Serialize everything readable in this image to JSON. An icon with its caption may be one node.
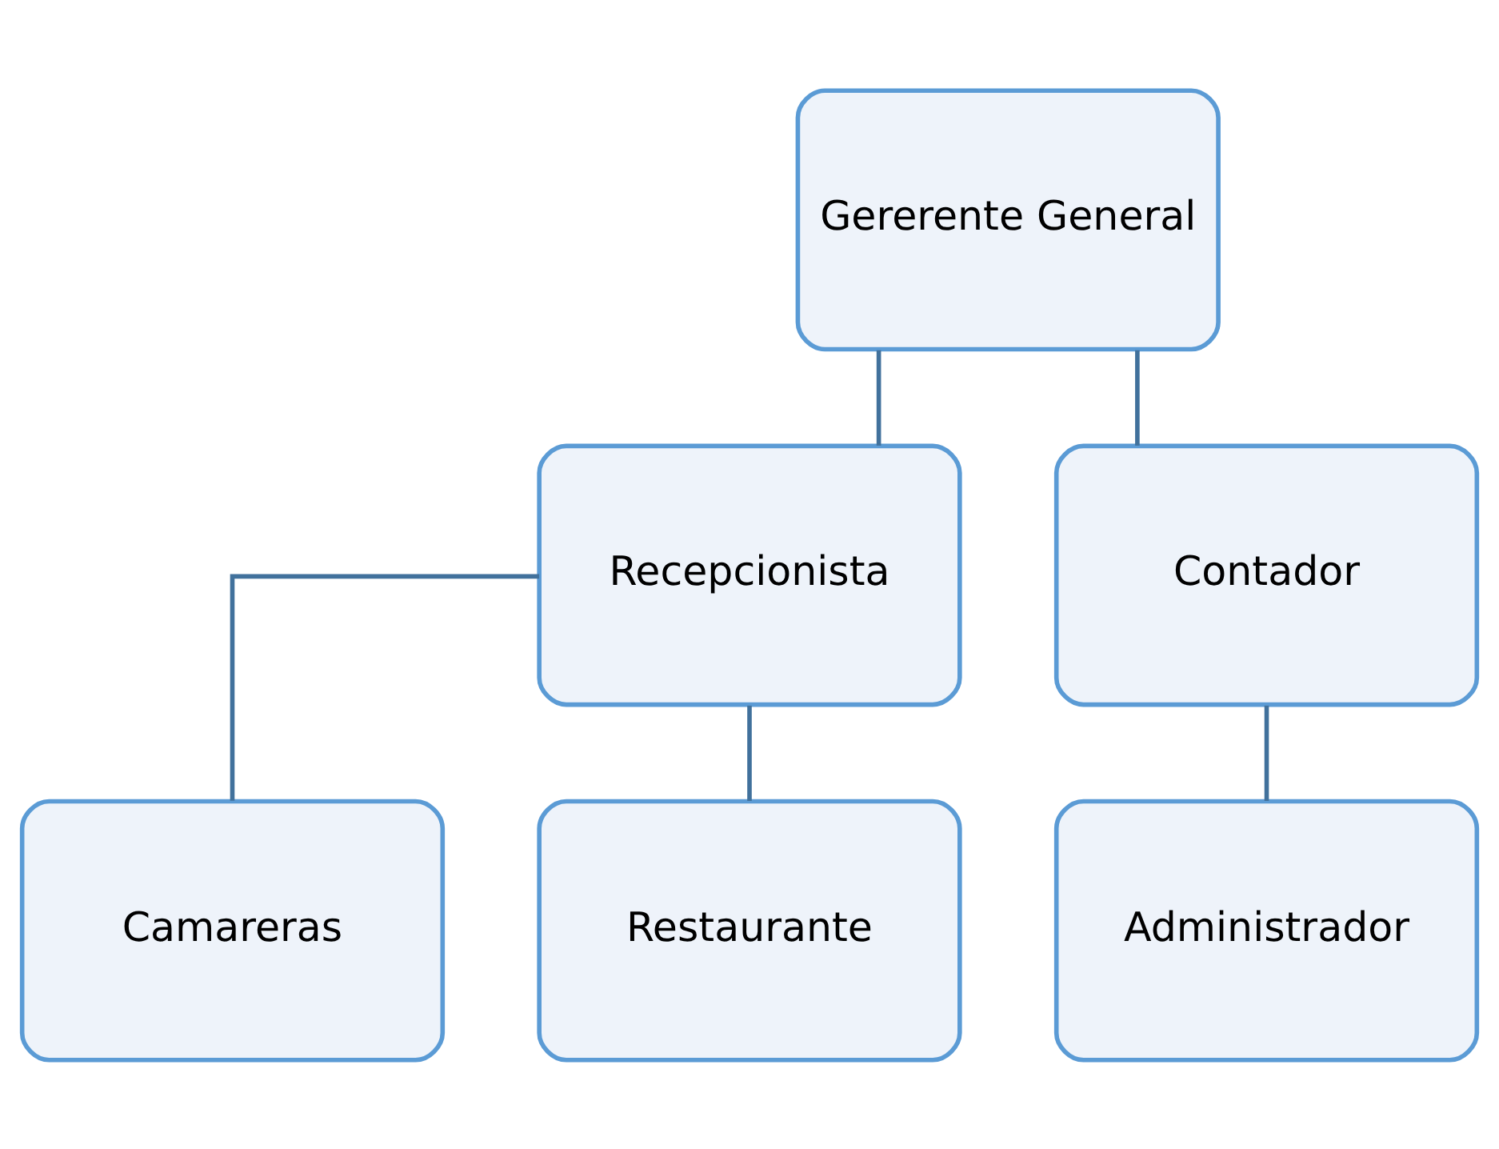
{
  "diagram": {
    "nodes": [
      {
        "text": [
          "Gererente General"
        ]
      },
      {
        "text": [
          "Recepcionista"
        ]
      },
      {
        "text": [
          "Contador"
        ]
      },
      {
        "text": [
          "Camareras"
        ]
      },
      {
        "text": [
          "Restaurante"
        ]
      },
      {
        "text": [
          "Administrador"
        ]
      }
    ],
    "edges": [
      {
        "from": 0,
        "to": 1,
        "arrow": "none"
      },
      {
        "from": 0,
        "to": 2,
        "arrow": "none"
      },
      {
        "from": 1,
        "to": 3,
        "arrow": "none"
      },
      {
        "from": 1,
        "to": 4,
        "arrow": "none"
      },
      {
        "from": 2,
        "to": 5,
        "arrow": "none"
      }
    ]
  }
}
